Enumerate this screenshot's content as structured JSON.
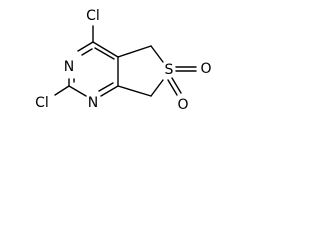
{
  "molecule": {
    "atoms": {
      "cl_top": "Cl",
      "cl_left": "Cl",
      "n_upper": "N",
      "n_lower": "N",
      "s": "S",
      "o_right": "O",
      "o_bottom": "O"
    }
  }
}
